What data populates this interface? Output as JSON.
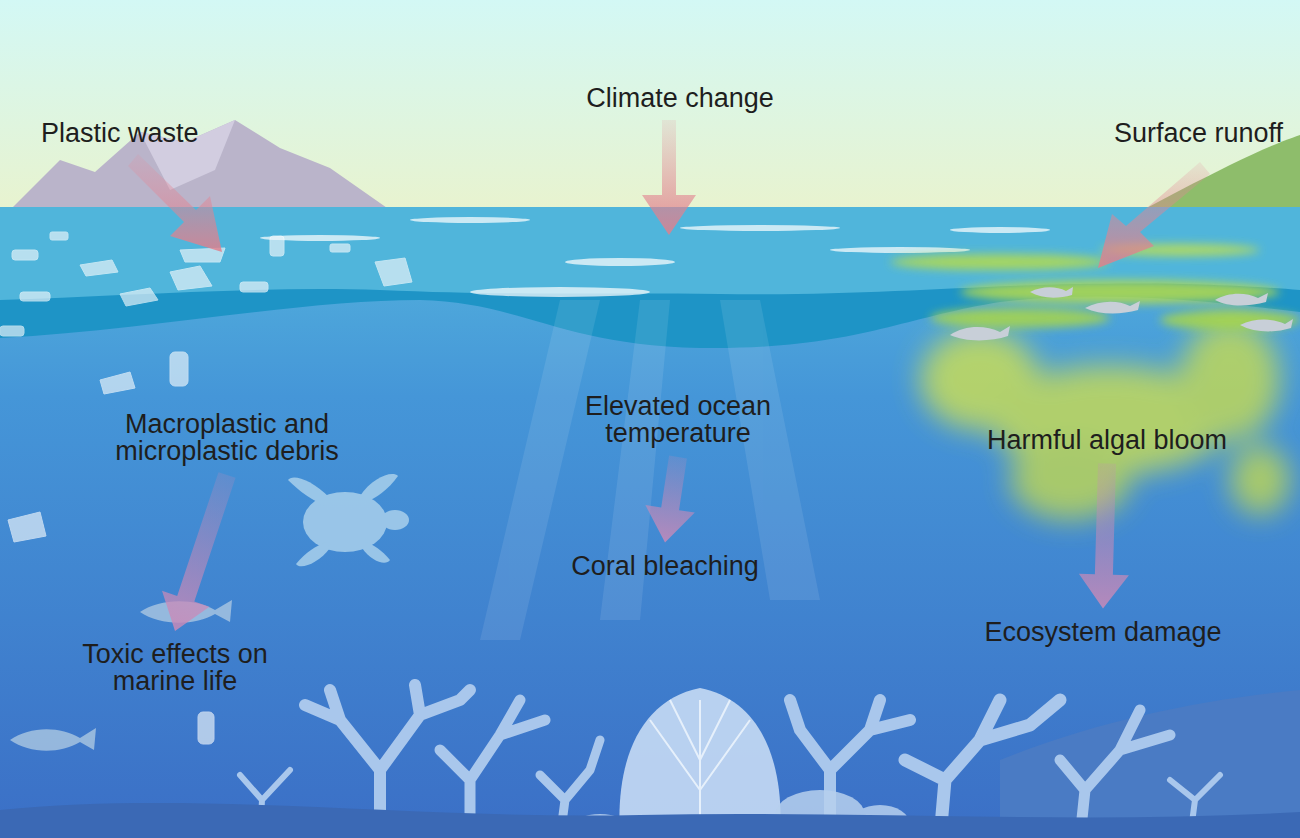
{
  "diagram": {
    "nodes": [
      {
        "text": [
          "Climate change"
        ]
      },
      {
        "text": [
          "Plastic waste"
        ]
      },
      {
        "text": [
          "Surface runoff"
        ]
      },
      {
        "text": [
          "Macroplastic and microplastic debris"
        ]
      },
      {
        "text": [
          "Elevated ocean temperature"
        ]
      },
      {
        "text": [
          "Harmful algal bloom"
        ]
      },
      {
        "text": [
          "Coral bleaching"
        ]
      },
      {
        "text": [
          "Ecosystem damage"
        ]
      },
      {
        "text": [
          "Toxic effects on marine life"
        ]
      }
    ],
    "edges": [
      {
        "from": 3,
        "to": 8,
        "arrow": "to"
      },
      {
        "from": 4,
        "to": 6,
        "arrow": "to"
      },
      {
        "from": 5,
        "to": 7,
        "arrow": "to"
      }
    ]
  }
}
